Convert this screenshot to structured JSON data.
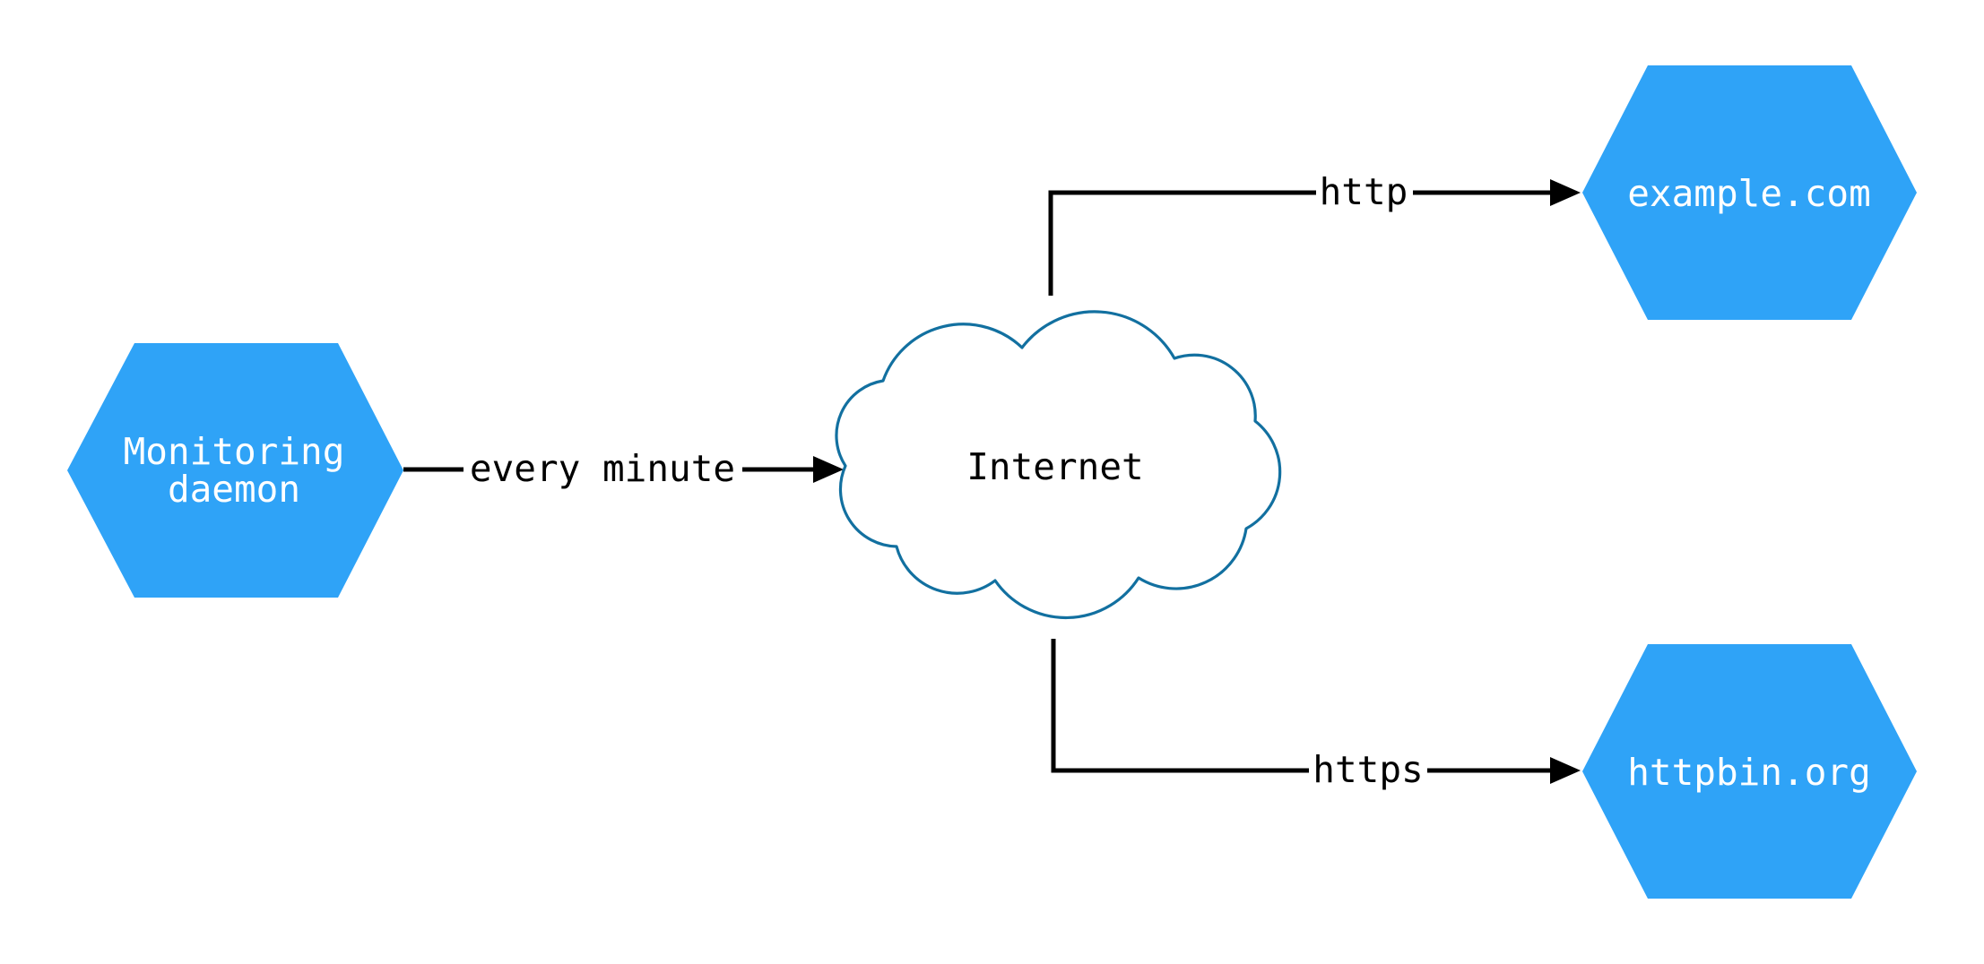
{
  "nodes": {
    "monitoring_daemon": {
      "line1": "Monitoring",
      "line2": "daemon"
    },
    "internet": {
      "label": "Internet"
    },
    "example_com": {
      "label": "example.com"
    },
    "httpbin_org": {
      "label": "httpbin.org"
    }
  },
  "edges": {
    "monitoring_to_internet": {
      "label": "every minute"
    },
    "internet_to_example": {
      "label": "http"
    },
    "internet_to_httpbin": {
      "label": "https"
    }
  },
  "colors": {
    "background": "#ffffff",
    "node_fill": "#2fa3f7",
    "node_text": "#ffffff",
    "cloud_fill": "#ffffff",
    "cloud_outline": "#1270a0",
    "edge": "#000000"
  }
}
